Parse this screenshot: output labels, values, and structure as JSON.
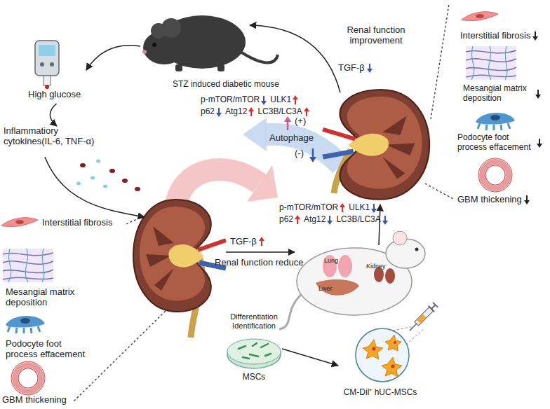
{
  "diagram": {
    "nodes": [
      {
        "text": [
          "STZ induced diabetic mouse"
        ]
      },
      {
        "text": [
          "High glucose"
        ]
      },
      {
        "text": [
          "Inflammatiory cytokines(IL-6, TNF-α)"
        ]
      },
      {
        "text": [
          "Lung",
          "Kidney",
          "Liver"
        ]
      },
      {
        "text": [
          "Differentiation Identification",
          "MSCs"
        ]
      },
      {
        "text": [
          "CM-Dil⁺ hUC-MSCs"
        ]
      }
    ],
    "edges": [
      {
        "from": 0,
        "to": 1,
        "arrow": "to"
      },
      {
        "from": 1,
        "to": 2,
        "arrow": "to"
      },
      {
        "from": 4,
        "to": 5,
        "arrow": "to"
      }
    ],
    "labels": [
      "Interstitial fibrosis",
      "Mesangial matrix deposition",
      "Podocyte foot process effacement",
      "GBM thickening",
      "Renal function improvement",
      "TGF-β",
      "p-mTOR/mTOR",
      "ULK1",
      "p62",
      "Atg12",
      "LC3B/LC3A",
      "(+)",
      "Autophage",
      "(-)",
      "p-mTOR/mTOR",
      "ULK1",
      "p62",
      "Atg12",
      "LC3B/LC3A",
      "TGF-β",
      "Renal function reduce",
      "Interstitial fibrosis",
      "Mesangial matrix deposition",
      "Podocyte foot process effacement",
      "GBM thickening"
    ]
  }
}
